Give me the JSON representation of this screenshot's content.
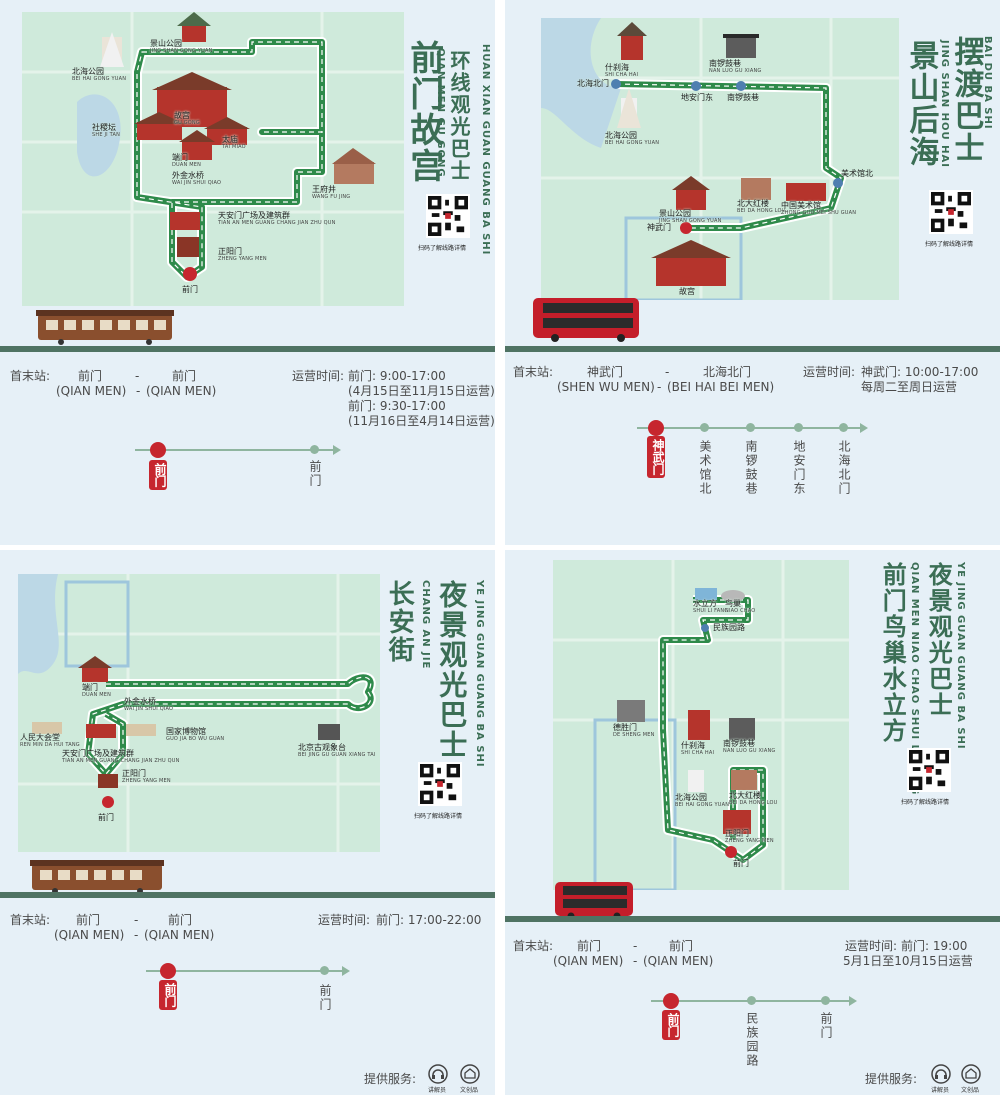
{
  "colors": {
    "accent": "#3b6e55",
    "route": "#2e8a4a",
    "start": "#c6262e",
    "map_bg": "#cfeadb",
    "panel_bg": "#e6f0f7",
    "divider": "#4f7363"
  },
  "common": {
    "qr_caption": "扫码了解线路详情",
    "endpoints_label": "首末站:",
    "hours_label": "运营时间:",
    "provide_label": "提供服务:",
    "provider_1": "讲解员",
    "provider_2": "文创品",
    "dash": "-"
  },
  "p1": {
    "title_cn": [
      "前门故宫",
      "环线观光巴士"
    ],
    "title_py": [
      "QIAN MEN GU GONG",
      "HUAN XIAN GUAN GUANG BA SHI"
    ],
    "places": [
      {
        "cn": "景山公园",
        "py": "JING SHAN GONG YUAN"
      },
      {
        "cn": "北海公园",
        "py": "BEI HAI GONG YUAN"
      },
      {
        "cn": "故宫",
        "py": "GU GONG"
      },
      {
        "cn": "社稷坛",
        "py": "SHE JI TAN"
      },
      {
        "cn": "太庙",
        "py": "TAI MIAO"
      },
      {
        "cn": "端门",
        "py": "DUAN MEN"
      },
      {
        "cn": "外金水桥",
        "py": "WAI JIN SHUI QIAO"
      },
      {
        "cn": "王府井",
        "py": "WANG FU JING"
      },
      {
        "cn": "天安门广场及建筑群",
        "py": "TIAN AN MEN GUANG CHANG JIAN ZHU QUN"
      },
      {
        "cn": "正阳门",
        "py": "ZHENG YANG MEN"
      },
      {
        "cn": "前门",
        "py": ""
      }
    ],
    "start_cn": "前门",
    "start_py": "(QIAN MEN)",
    "end_cn": "前门",
    "end_py": "(QIAN MEN)",
    "hours": [
      "前门:  9:00-17:00",
      "(4月15日至11月15日运营)",
      "前门:  9:30-17:00",
      "(11月16日至4月14日运营)"
    ],
    "line_start": "前门",
    "stops": [
      "前门"
    ]
  },
  "p2": {
    "title_cn": [
      "景山后海",
      "摆渡巴士"
    ],
    "title_py": [
      "JING SHAN HOU HAI",
      "BAI DU BA SHI"
    ],
    "places": [
      {
        "cn": "什刹海",
        "py": "SHI CHA HAI"
      },
      {
        "cn": "南锣鼓巷",
        "py": "NAN LUO GU XIANG"
      },
      {
        "cn": "北海北门",
        "py": ""
      },
      {
        "cn": "地安门东",
        "py": ""
      },
      {
        "cn": "南锣鼓巷",
        "py": ""
      },
      {
        "cn": "北海公园",
        "py": "BEI HAI GONG YUAN"
      },
      {
        "cn": "美术馆北",
        "py": ""
      },
      {
        "cn": "北大红楼",
        "py": "BEI DA HONG LOU"
      },
      {
        "cn": "中国美术馆",
        "py": "ZHONG GUO MEI SHU GUAN"
      },
      {
        "cn": "景山公园",
        "py": "JING SHAN GONG YUAN"
      },
      {
        "cn": "神武门",
        "py": ""
      },
      {
        "cn": "故宫",
        "py": "GU GONG"
      }
    ],
    "start_cn": "神武门",
    "start_py": "(SHEN WU MEN)",
    "end_cn": "北海北门",
    "end_py": "(BEI HAI BEI MEN)",
    "hours": [
      "神武门:  10:00-17:00",
      "每周二至周日运营"
    ],
    "line_start": "神武门",
    "stops": [
      "美术馆北",
      "南锣鼓巷",
      "地安门东",
      "北海北门"
    ]
  },
  "p3": {
    "title_cn": [
      "长安街",
      "夜景观光巴士"
    ],
    "title_py": [
      "CHANG AN JIE",
      "YE JING GUAN GUANG BA SHI"
    ],
    "places": [
      {
        "cn": "端门",
        "py": "DUAN MEN"
      },
      {
        "cn": "外金水桥",
        "py": "WAI JIN SHUI QIAO"
      },
      {
        "cn": "人民大会堂",
        "py": "REN MIN DA HUI TANG"
      },
      {
        "cn": "天安门广场及建筑群",
        "py": "TIAN AN MEN GUANG CHANG JIAN ZHU QUN"
      },
      {
        "cn": "国家博物馆",
        "py": "GUO JIA BO WU GUAN"
      },
      {
        "cn": "北京古观象台",
        "py": "BEI JING GU GUAN XIANG TAI"
      },
      {
        "cn": "正阳门",
        "py": "ZHENG YANG MEN"
      },
      {
        "cn": "前门",
        "py": ""
      }
    ],
    "start_cn": "前门",
    "start_py": "(QIAN MEN)",
    "end_cn": "前门",
    "end_py": "(QIAN MEN)",
    "hours": [
      "前门:  17:00-22:00"
    ],
    "line_start": "前门",
    "stops": [
      "前门"
    ]
  },
  "p4": {
    "title_cn": [
      "前门鸟巢水立方",
      "夜景观光巴士"
    ],
    "title_py": [
      "QIAN MEN NIAO CHAO SHUI LI FANG",
      "YE JING GUAN GUANG BA SHI"
    ],
    "places": [
      {
        "cn": "水立方",
        "py": "SHUI LI FANG"
      },
      {
        "cn": "鸟巢",
        "py": "NIAO CHAO"
      },
      {
        "cn": "民族园路",
        "py": ""
      },
      {
        "cn": "德胜门",
        "py": "DE SHENG MEN"
      },
      {
        "cn": "什刹海",
        "py": "SHI CHA HAI"
      },
      {
        "cn": "南锣鼓巷",
        "py": "NAN LUO GU XIANG"
      },
      {
        "cn": "北海公园",
        "py": "BEI HAI GONG YUAN"
      },
      {
        "cn": "北大红楼",
        "py": "BEI DA HONG LOU"
      },
      {
        "cn": "正阳门",
        "py": "ZHENG YANG MEN"
      },
      {
        "cn": "前门",
        "py": ""
      }
    ],
    "start_cn": "前门",
    "start_py": "(QIAN MEN)",
    "end_cn": "前门",
    "end_py": "(QIAN MEN)",
    "hours": [
      "前门:  19:00",
      "5月1日至10月15日运营"
    ],
    "line_start": "前门",
    "stops": [
      "民族园路",
      "前门"
    ]
  }
}
